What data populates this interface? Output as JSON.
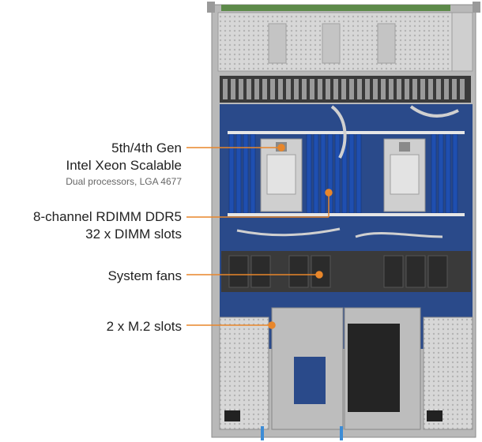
{
  "callouts": {
    "cpu": {
      "line1": "5th/4th Gen",
      "line2": "Intel Xeon Scalable",
      "sub": "Dual processors, LGA 4677"
    },
    "dimm": {
      "line1": "8-channel RDIMM DDR5",
      "line2": "32 x DIMM slots"
    },
    "fans": {
      "line1": "System fans"
    },
    "m2": {
      "line1": "2 x M.2 slots"
    }
  },
  "colors": {
    "accent": "#e8862a",
    "board": "#2a4a8a",
    "chassis": "#c8c8c8",
    "dimm": "#1f4fb0",
    "fan": "#2b2b2b"
  }
}
